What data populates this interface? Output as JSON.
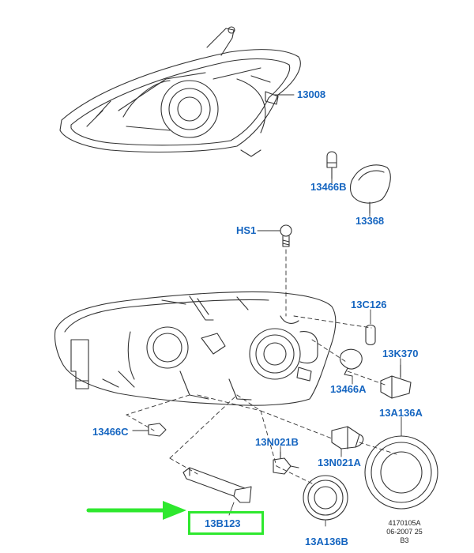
{
  "colors": {
    "label": "#1565c0",
    "line": "#333333",
    "highlight": "#2ee82e"
  },
  "parts": {
    "p13008": "13008",
    "p13466B": "13466B",
    "p13368": "13368",
    "pHS1": "HS1",
    "p13C126": "13C126",
    "p13K370": "13K370",
    "p13466A": "13466A",
    "p13466C": "13466C",
    "p13N021B": "13N021B",
    "p13N021A": "13N021A",
    "p13A136A": "13A136A",
    "p13B123": "13B123",
    "p13A136B": "13A136B"
  },
  "drawing_ref": {
    "line1": "4170105A",
    "line2": "06-2007 25",
    "line3": "B3"
  },
  "highlighted_part": "13B123"
}
